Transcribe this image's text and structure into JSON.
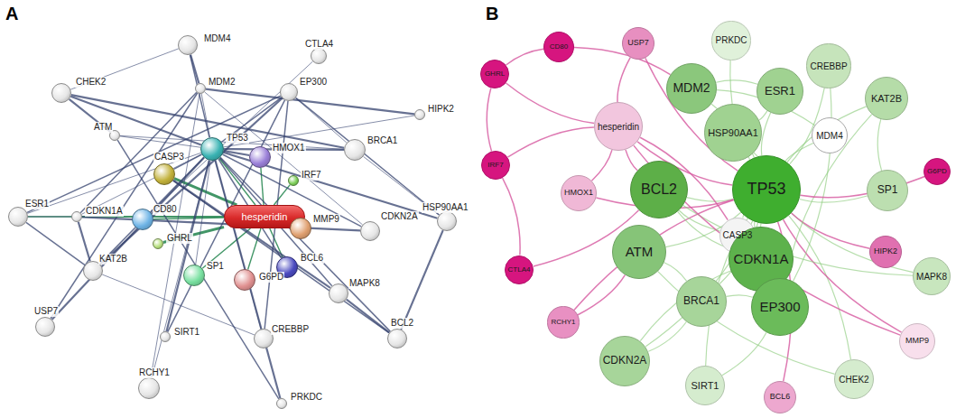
{
  "diagram": {
    "nodes": [
      {
        "text": [
          "MDM4"
        ]
      },
      {
        "text": [
          "CTLA4"
        ]
      },
      {
        "text": [
          "CHEK2"
        ]
      },
      {
        "text": [
          "MDM2"
        ]
      },
      {
        "text": [
          "EP300"
        ]
      },
      {
        "text": [
          "HIPK2"
        ]
      },
      {
        "text": [
          "ATM"
        ]
      },
      {
        "text": [
          "TP53"
        ]
      },
      {
        "text": [
          "HMOX1"
        ]
      },
      {
        "text": [
          "CASP3"
        ]
      },
      {
        "text": [
          "BRCA1"
        ]
      },
      {
        "text": [
          "IRF7"
        ]
      },
      {
        "text": [
          "ESR1"
        ]
      },
      {
        "text": [
          "CDKN1A"
        ]
      },
      {
        "text": [
          "CD80"
        ]
      },
      {
        "text": [
          "hesperidin"
        ]
      },
      {
        "text": [
          "MMP9"
        ]
      },
      {
        "text": [
          "CDKN2A"
        ]
      },
      {
        "text": [
          "HSP90AA1"
        ]
      },
      {
        "text": [
          "GHRL"
        ]
      },
      {
        "text": [
          "BCL6"
        ]
      },
      {
        "text": [
          "KAT2B"
        ]
      },
      {
        "text": [
          "SP1"
        ]
      },
      {
        "text": [
          "G6PD"
        ]
      },
      {
        "text": [
          "MAPK8"
        ]
      },
      {
        "text": [
          "USP7"
        ]
      },
      {
        "text": [
          "SIRT1"
        ]
      },
      {
        "text": [
          "CREBBP"
        ]
      },
      {
        "text": [
          "BCL2"
        ]
      },
      {
        "text": [
          "RCHY1"
        ]
      },
      {
        "text": [
          "PRKDC"
        ]
      },
      {
        "text": [
          "CD80"
        ]
      },
      {
        "text": [
          "USP7"
        ]
      },
      {
        "text": [
          "PRKDC"
        ]
      },
      {
        "text": [
          "CREBBP"
        ]
      },
      {
        "text": [
          "GHRL"
        ]
      },
      {
        "text": [
          "MDM2"
        ]
      },
      {
        "text": [
          "ESR1"
        ]
      },
      {
        "text": [
          "KAT2B"
        ]
      },
      {
        "text": [
          "hesperidin"
        ]
      },
      {
        "text": [
          "HSP90AA1"
        ]
      },
      {
        "text": [
          "MDM4"
        ]
      },
      {
        "text": [
          "IRF7"
        ]
      },
      {
        "text": [
          "G6PD"
        ]
      },
      {
        "text": [
          "BCL2"
        ]
      },
      {
        "text": [
          "TP53"
        ]
      },
      {
        "text": [
          "SP1"
        ]
      },
      {
        "text": [
          "HMOX1"
        ]
      },
      {
        "text": [
          "CASP3"
        ]
      },
      {
        "text": [
          "ATM"
        ]
      },
      {
        "text": [
          "CDKN1A"
        ]
      },
      {
        "text": [
          "HIPK2"
        ]
      },
      {
        "text": [
          "MAPK8"
        ]
      },
      {
        "text": [
          "CTLA4"
        ]
      },
      {
        "text": [
          "RCHY1"
        ]
      },
      {
        "text": [
          "BRCA1"
        ]
      },
      {
        "text": [
          "EP300"
        ]
      },
      {
        "text": [
          "MMP9"
        ]
      },
      {
        "text": [
          "CDKN2A"
        ]
      },
      {
        "text": [
          "CHEK2"
        ]
      },
      {
        "text": [
          "SIRT1"
        ]
      },
      {
        "text": [
          "BCL6"
        ]
      }
    ],
    "edges": [
      {
        "from": 15,
        "to": 9,
        "arrow": "none"
      },
      {
        "from": 15,
        "to": 7,
        "arrow": "none"
      },
      {
        "from": 15,
        "to": 8,
        "arrow": "none"
      },
      {
        "from": 15,
        "to": 11,
        "arrow": "none"
      },
      {
        "from": 15,
        "to": 16,
        "arrow": "none"
      },
      {
        "from": 15,
        "to": 20,
        "arrow": "none"
      },
      {
        "from": 15,
        "to": 23,
        "arrow": "none"
      },
      {
        "from": 15,
        "to": 22,
        "arrow": "none"
      },
      {
        "from": 15,
        "to": 19,
        "arrow": "none"
      },
      {
        "from": 15,
        "to": 14,
        "arrow": "none"
      },
      {
        "from": 15,
        "to": 12,
        "arrow": "none"
      },
      {
        "from": 15,
        "to": 13,
        "arrow": "none"
      },
      {
        "from": 7,
        "to": 3,
        "arrow": "none"
      },
      {
        "from": 7,
        "to": 0,
        "arrow": "none"
      },
      {
        "from": 7,
        "to": 2,
        "arrow": "none"
      },
      {
        "from": 7,
        "to": 6,
        "arrow": "none"
      },
      {
        "from": 7,
        "to": 4,
        "arrow": "none"
      },
      {
        "from": 7,
        "to": 10,
        "arrow": "none"
      },
      {
        "from": 7,
        "to": 13,
        "arrow": "none"
      },
      {
        "from": 7,
        "to": 9,
        "arrow": "none"
      },
      {
        "from": 7,
        "to": 8,
        "arrow": "none"
      },
      {
        "from": 7,
        "to": 22,
        "arrow": "none"
      },
      {
        "from": 7,
        "to": 21,
        "arrow": "none"
      },
      {
        "from": 7,
        "to": 26,
        "arrow": "none"
      },
      {
        "from": 7,
        "to": 27,
        "arrow": "none"
      },
      {
        "from": 7,
        "to": 28,
        "arrow": "none"
      },
      {
        "from": 7,
        "to": 25,
        "arrow": "none"
      },
      {
        "from": 7,
        "to": 5,
        "arrow": "none"
      },
      {
        "from": 7,
        "to": 24,
        "arrow": "none"
      },
      {
        "from": 7,
        "to": 18,
        "arrow": "none"
      },
      {
        "from": 7,
        "to": 12,
        "arrow": "none"
      },
      {
        "from": 7,
        "to": 17,
        "arrow": "none"
      },
      {
        "from": 7,
        "to": 30,
        "arrow": "none"
      },
      {
        "from": 7,
        "to": 29,
        "arrow": "none"
      },
      {
        "from": 7,
        "to": 20,
        "arrow": "none"
      },
      {
        "from": 3,
        "to": 0,
        "arrow": "none"
      },
      {
        "from": 3,
        "to": 17,
        "arrow": "none"
      },
      {
        "from": 3,
        "to": 25,
        "arrow": "none"
      },
      {
        "from": 6,
        "to": 2,
        "arrow": "none"
      },
      {
        "from": 6,
        "to": 10,
        "arrow": "none"
      },
      {
        "from": 4,
        "to": 27,
        "arrow": "none"
      },
      {
        "from": 4,
        "to": 21,
        "arrow": "none"
      },
      {
        "from": 27,
        "to": 21,
        "arrow": "none"
      },
      {
        "from": 26,
        "to": 4,
        "arrow": "none"
      },
      {
        "from": 13,
        "to": 17,
        "arrow": "none"
      },
      {
        "from": 12,
        "to": 13,
        "arrow": "none"
      },
      {
        "from": 12,
        "to": 4,
        "arrow": "none"
      },
      {
        "from": 10,
        "to": 2,
        "arrow": "none"
      },
      {
        "from": 18,
        "to": 10,
        "arrow": "none"
      },
      {
        "from": 9,
        "to": 28,
        "arrow": "none"
      },
      {
        "from": 24,
        "to": 28,
        "arrow": "none"
      },
      {
        "from": 1,
        "to": 14,
        "arrow": "none"
      },
      {
        "from": 30,
        "to": 6,
        "arrow": "none"
      },
      {
        "from": 5,
        "to": 3,
        "arrow": "none"
      },
      {
        "from": 29,
        "to": 3,
        "arrow": "none"
      },
      {
        "from": 12,
        "to": 21,
        "arrow": "none"
      },
      {
        "from": 13,
        "to": 21,
        "arrow": "none"
      },
      {
        "from": 4,
        "to": 10,
        "arrow": "none"
      },
      {
        "from": 18,
        "to": 4,
        "arrow": "none"
      },
      {
        "from": 24,
        "to": 9,
        "arrow": "none"
      },
      {
        "from": 2,
        "to": 0,
        "arrow": "none"
      },
      {
        "from": 3,
        "to": 13,
        "arrow": "none"
      },
      {
        "from": 28,
        "to": 18,
        "arrow": "none"
      },
      {
        "from": 45,
        "to": 36,
        "arrow": "none"
      },
      {
        "from": 45,
        "to": 37,
        "arrow": "none"
      },
      {
        "from": 45,
        "to": 40,
        "arrow": "none"
      },
      {
        "from": 45,
        "to": 44,
        "arrow": "none"
      },
      {
        "from": 45,
        "to": 50,
        "arrow": "none"
      },
      {
        "from": 45,
        "to": 49,
        "arrow": "none"
      },
      {
        "from": 45,
        "to": 56,
        "arrow": "none"
      },
      {
        "from": 45,
        "to": 55,
        "arrow": "none"
      },
      {
        "from": 45,
        "to": 46,
        "arrow": "none"
      },
      {
        "from": 45,
        "to": 38,
        "arrow": "none"
      },
      {
        "from": 45,
        "to": 34,
        "arrow": "none"
      },
      {
        "from": 45,
        "to": 41,
        "arrow": "none"
      },
      {
        "from": 45,
        "to": 48,
        "arrow": "none"
      },
      {
        "from": 45,
        "to": 59,
        "arrow": "none"
      },
      {
        "from": 45,
        "to": 60,
        "arrow": "none"
      },
      {
        "from": 45,
        "to": 58,
        "arrow": "none"
      },
      {
        "from": 45,
        "to": 52,
        "arrow": "none"
      },
      {
        "from": 45,
        "to": 33,
        "arrow": "none"
      },
      {
        "from": 45,
        "to": 51,
        "arrow": "none"
      },
      {
        "from": 45,
        "to": 32,
        "arrow": "none"
      },
      {
        "from": 45,
        "to": 54,
        "arrow": "none"
      },
      {
        "from": 45,
        "to": 61,
        "arrow": "none"
      },
      {
        "from": 45,
        "to": 57,
        "arrow": "none"
      },
      {
        "from": 45,
        "to": 47,
        "arrow": "none"
      },
      {
        "from": 50,
        "to": 56,
        "arrow": "none"
      },
      {
        "from": 50,
        "to": 44,
        "arrow": "none"
      },
      {
        "from": 50,
        "to": 58,
        "arrow": "none"
      },
      {
        "from": 36,
        "to": 41,
        "arrow": "none"
      },
      {
        "from": 56,
        "to": 34,
        "arrow": "none"
      },
      {
        "from": 56,
        "to": 38,
        "arrow": "none"
      },
      {
        "from": 49,
        "to": 59,
        "arrow": "none"
      },
      {
        "from": 49,
        "to": 55,
        "arrow": "none"
      },
      {
        "from": 44,
        "to": 48,
        "arrow": "none"
      },
      {
        "from": 36,
        "to": 37,
        "arrow": "none"
      },
      {
        "from": 40,
        "to": 37,
        "arrow": "none"
      },
      {
        "from": 55,
        "to": 56,
        "arrow": "none"
      },
      {
        "from": 60,
        "to": 56,
        "arrow": "none"
      },
      {
        "from": 46,
        "to": 38,
        "arrow": "none"
      },
      {
        "from": 58,
        "to": 55,
        "arrow": "none"
      },
      {
        "from": 52,
        "to": 44,
        "arrow": "none"
      },
      {
        "from": 39,
        "to": 45,
        "arrow": "none"
      },
      {
        "from": 39,
        "to": 47,
        "arrow": "none"
      },
      {
        "from": 39,
        "to": 42,
        "arrow": "none"
      },
      {
        "from": 39,
        "to": 35,
        "arrow": "none"
      },
      {
        "from": 39,
        "to": 44,
        "arrow": "none"
      },
      {
        "from": 39,
        "to": 48,
        "arrow": "none"
      },
      {
        "from": 39,
        "to": 57,
        "arrow": "none"
      },
      {
        "from": 39,
        "to": 32,
        "arrow": "none"
      },
      {
        "from": 35,
        "to": 42,
        "arrow": "none"
      },
      {
        "from": 42,
        "to": 53,
        "arrow": "none"
      },
      {
        "from": 31,
        "to": 35,
        "arrow": "none"
      },
      {
        "from": 43,
        "to": 45,
        "arrow": "none"
      },
      {
        "from": 53,
        "to": 44,
        "arrow": "none"
      },
      {
        "from": 31,
        "to": 36,
        "arrow": "none"
      },
      {
        "from": 54,
        "to": 49,
        "arrow": "none"
      }
    ],
    "labels": [
      "A",
      "B"
    ]
  }
}
